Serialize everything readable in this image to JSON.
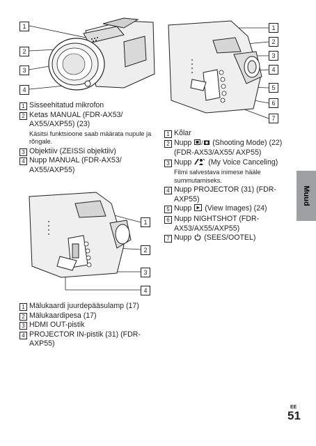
{
  "figure1": {
    "callouts": [
      "1",
      "2",
      "3",
      "4"
    ]
  },
  "legend1": {
    "items": [
      {
        "num": "1",
        "text": "Sisseehitatud mikrofon"
      },
      {
        "num": "2",
        "text": "Ketas MANUAL (FDR-AX53/ AX55/AXP55) (23)",
        "note": "Käsitsi funktsioone saab määrata nupule ja rõngale."
      },
      {
        "num": "3",
        "text": "Objektiiv (ZEISSi objektiiv)"
      },
      {
        "num": "4",
        "text": "Nupp MANUAL (FDR-AX53/ AX55/AXP55)"
      }
    ]
  },
  "figure2": {
    "callouts": [
      "1",
      "2",
      "3",
      "4"
    ]
  },
  "legend2": {
    "items": [
      {
        "num": "1",
        "text": "Mälukaardi juurdepääsulamp (17)"
      },
      {
        "num": "2",
        "text": "Mälukaardipesa (17)"
      },
      {
        "num": "3",
        "text": "HDMI OUT-pistik"
      },
      {
        "num": "4",
        "text": "PROJECTOR IN-pistik (31) (FDR-AXP55)"
      }
    ]
  },
  "figure3": {
    "callouts": [
      "1",
      "2",
      "3",
      "4",
      "5",
      "6",
      "7"
    ]
  },
  "legend3": {
    "items": [
      {
        "num": "1",
        "text": "Kõlar"
      },
      {
        "num": "2",
        "pre": "Nupp",
        "post": "(Shooting Mode) (22) (FDR-AX53/AX55/ AXP55)",
        "icon": "movie-photo-icon"
      },
      {
        "num": "3",
        "pre": "Nupp",
        "post": "(My Voice Canceling)",
        "icon": "voice-cancel-icon",
        "note": "Filmi salvestava inimese hääle summutamiseks."
      },
      {
        "num": "4",
        "text": "Nupp PROJECTOR (31) (FDR-AXP55)"
      },
      {
        "num": "5",
        "pre": "Nupp",
        "post": "(View Images) (24)",
        "icon": "play-icon"
      },
      {
        "num": "6",
        "text": "Nupp NIGHTSHOT (FDR-AX53/AX55/AXP55)"
      },
      {
        "num": "7",
        "pre": "Nupp",
        "post": "(SEES/OOTEL)",
        "icon": "power-icon"
      }
    ]
  },
  "side_tab": "Muud",
  "footer": {
    "lang": "EE",
    "page": "51"
  }
}
